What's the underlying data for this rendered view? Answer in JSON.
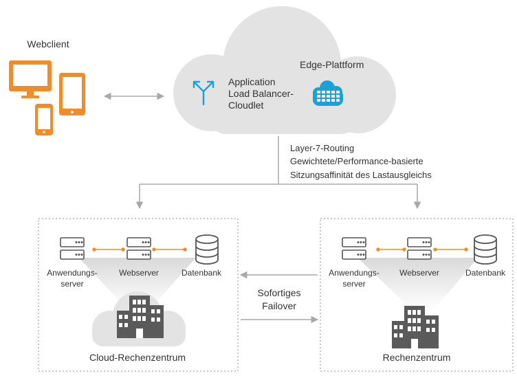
{
  "client": {
    "label": "Webclient"
  },
  "cloud": {
    "platform_label": "Edge-Plattform",
    "alb_label": [
      "Application",
      "Load Balancer-",
      "Cloudlet"
    ]
  },
  "routing": {
    "lines": [
      "Layer-7-Routing",
      "Gewichtete/Performance-basierte",
      "Sitzungsaffinität des Lastausgleichs"
    ]
  },
  "left_dc": {
    "servers": [
      {
        "label": [
          "Anwendungs-",
          "server"
        ]
      },
      {
        "label": [
          "Webserver"
        ]
      },
      {
        "label": [
          "Datenbank"
        ]
      }
    ],
    "title": "Cloud-Rechenzentrum"
  },
  "right_dc": {
    "servers": [
      {
        "label": [
          "Anwendungs-",
          "server"
        ]
      },
      {
        "label": [
          "Webserver"
        ]
      },
      {
        "label": [
          "Datenbank"
        ]
      }
    ],
    "title": "Rechenzentrum"
  },
  "failover": {
    "lines": [
      "Sofortiges",
      "Failover"
    ]
  },
  "colors": {
    "orange": "#f28c28",
    "blue": "#1ba0d8",
    "cloud_gray": "#e3e3e3",
    "icon_dark": "#555555",
    "arrow_gray": "#a8a8a8",
    "box_border": "#b5b5b5"
  },
  "icons": {
    "client_devices": [
      "desktop-monitor-icon",
      "tablet-icon",
      "smartphone-icon"
    ],
    "load_balancer": "split-arrow-icon",
    "platform": "grid-cloud-icon",
    "server": "server-rack-icon",
    "database": "database-icon",
    "building": "office-building-icon"
  }
}
